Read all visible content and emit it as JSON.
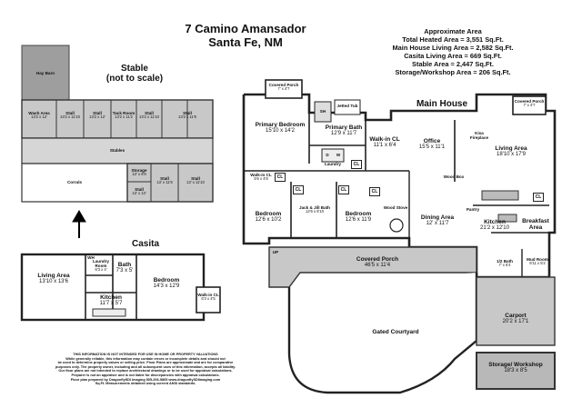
{
  "header": {
    "address_line1": "7 Camino Amansador",
    "address_line2": "Santa Fe, NM"
  },
  "areas": {
    "title": "Approximate Area",
    "lines": [
      "Total Heated Area = 3,551 Sq.Ft.",
      "Main House Living Area = 2,582 Sq.Ft.",
      "Casita Living Area = 669 Sq.Ft.",
      "Stable Area = 2,447 Sq.Ft.",
      "Storage/Workshop Area = 206 Sq.Ft."
    ]
  },
  "stable": {
    "title": "Stable",
    "subtitle": "(not to scale)",
    "rooms": {
      "hay_barn": {
        "name": "Hay Barn"
      },
      "wash_area": {
        "name": "Wash Area",
        "dims": "13'2 x 12'"
      },
      "stall1": {
        "name": "Stall",
        "dims": "13'2 x 11'10"
      },
      "stall2": {
        "name": "Stall",
        "dims": "13'2 x 12'"
      },
      "tack_room": {
        "name": "Tack Room",
        "dims": "13'2 x 11'2"
      },
      "stall3": {
        "name": "Stall",
        "dims": "13'2 x 11'10"
      },
      "stall4": {
        "name": "Stall",
        "dims": "13'2 x 11'9"
      },
      "stables_aisle": {
        "name": "Stables"
      },
      "corrals": {
        "name": "Corrals"
      },
      "storage": {
        "name": "Storage",
        "dims": "13' x 6'9"
      },
      "stall5": {
        "name": "Stall",
        "dims": "13' x 11'9"
      },
      "stall6": {
        "name": "Stall",
        "dims": "13' x 11'10"
      },
      "stall7": {
        "name": "Stall",
        "dims": "13' x 13'"
      }
    }
  },
  "casita": {
    "title": "Casita",
    "rooms": {
      "living": {
        "name": "Living Area",
        "dims": "13'10 x 13'6"
      },
      "laundry": {
        "name": "Laundry Room",
        "dims": "6'3 x 4'"
      },
      "wh": {
        "name": "WH"
      },
      "bath": {
        "name": "Bath",
        "dims": "7'3 x 5'"
      },
      "kitchen": {
        "name": "Kitchen",
        "dims": "11'7 x 5'7"
      },
      "bedroom": {
        "name": "Bedroom",
        "dims": "14'3 x 12'9"
      },
      "walkin": {
        "name": "Walk-in CL",
        "dims": "6'3 x 4'5"
      }
    }
  },
  "main_house": {
    "title": "Main House",
    "rooms": {
      "covered_porch_top": {
        "name": "Covered Porch",
        "dims": "7' x 4'7"
      },
      "primary_bedroom": {
        "name": "Primary Bedroom",
        "dims": "15'10 x 14'2"
      },
      "sh": {
        "name": "SH"
      },
      "jetted_tub": {
        "name": "Jetted Tub"
      },
      "primary_bath": {
        "name": "Primary Bath",
        "dims": "12'9 x 11'7"
      },
      "walkin_cl": {
        "name": "Walk-in CL",
        "dims": "11'1 x 6'4"
      },
      "office": {
        "name": "Office",
        "dims": "15'5 x 11'1"
      },
      "covered_porch_right": {
        "name": "Covered Porch",
        "dims": "7' x 4'7"
      },
      "living_area": {
        "name": "Living Area",
        "dims": "18'10 x 17'9"
      },
      "laundry": {
        "name": "Laundry"
      },
      "dryer": {
        "name": "D"
      },
      "washer": {
        "name": "W"
      },
      "walkin_small": {
        "name": "Walk-in CL",
        "dims": "5'6 x 4'8"
      },
      "bedroom_left": {
        "name": "Bedroom",
        "dims": "12'6 x 10'2"
      },
      "jack_jill": {
        "name": "Jack & Jill Bath",
        "dims": "12'6 x 6'10"
      },
      "bedroom_mid": {
        "name": "Bedroom",
        "dims": "12'6 x 11'9"
      },
      "dining": {
        "name": "Dining Area",
        "dims": "12' x 11'7"
      },
      "kitchen": {
        "name": "Kitchen",
        "dims": "21'2 x 12'10"
      },
      "breakfast": {
        "name": "Breakfast Area"
      },
      "wood_stove": {
        "name": "Wood Stove"
      },
      "wood_box": {
        "name": "Wood Box"
      },
      "pantry": {
        "name": "Pantry"
      },
      "kiva": {
        "name": "Kiva Fireplace"
      },
      "half_bath": {
        "name": "1/2 Bath",
        "dims": "7' x 5'4"
      },
      "mud_room": {
        "name": "Mud Room",
        "dims": "6'11 x 5'2"
      },
      "covered_porch_bottom": {
        "name": "Covered Porch",
        "dims": "46'5 x 11'4"
      },
      "carport": {
        "name": "Carport",
        "dims": "20'2 x 17'1"
      },
      "gated_courtyard": {
        "name": "Gated Courtyard"
      },
      "storage_workshop": {
        "name": "Storage/ Workshop",
        "dims": "18'3 x 8'5"
      },
      "cl": {
        "name": "CL"
      },
      "up_marker": {
        "name": "UP"
      }
    }
  },
  "disclaimer": [
    "THIS INFORMATION IS NOT INTENDED FOR USE IN HOME OR PROPERTY VALUATIONS",
    "While generally reliable, this information may contain errors or incomplete details and should not",
    "be used to determine property values or selling price. Floor Plans are approximate and are for comparative",
    "purposes only. The property owner, including and all subsequent uses of this information, accepts all liability.",
    "Our floor plans are not intended to replace architectural drawings or to be used for appraisal calculations.",
    "Preparer is not an appraiser and is not liable for discrepancies with appraisal calculations.",
    "Floor plan prepared by DragonflySDI Imaging 505-206-5865 www.dragonflySDIimaging.com",
    "Sq.Ft. Measurements obtained using current ANSI standards."
  ]
}
